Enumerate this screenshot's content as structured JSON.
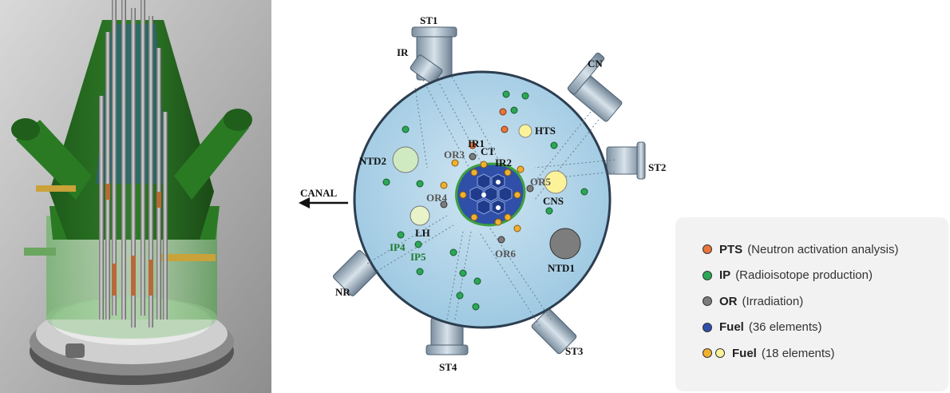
{
  "diagram": {
    "canal_label": "CANAL",
    "port_labels": {
      "st1": "ST1",
      "ir": "IR",
      "cn": "CN",
      "st2": "ST2",
      "st3": "ST3",
      "st4": "ST4",
      "nr": "NR"
    },
    "facility_labels": {
      "hts": "HTS",
      "ntd2": "NTD2",
      "ir1": "IR1",
      "ct": "CT",
      "ir2": "IR2",
      "or3": "OR3",
      "or4": "OR4",
      "or5": "OR5",
      "cns": "CNS",
      "lh": "LH",
      "ip4": "IP4",
      "ip5": "IP5",
      "or6": "OR6",
      "ntd1": "NTD1"
    }
  },
  "legend": {
    "items": [
      {
        "name": "PTS",
        "desc": "(Neutron activation analysis)",
        "color": "#e8753a"
      },
      {
        "name": "IP",
        "desc": "(Radioisotope production)",
        "color": "#2aa855"
      },
      {
        "name": "OR",
        "desc": "(Irradiation)",
        "color": "#7c7c7c"
      },
      {
        "name": "Fuel",
        "desc": "(36 elements)",
        "color": "#2f4fa8"
      },
      {
        "name": "Fuel",
        "desc": "(18 elements)",
        "color": "#f1b12e",
        "color2": "#fbf29a"
      }
    ]
  }
}
